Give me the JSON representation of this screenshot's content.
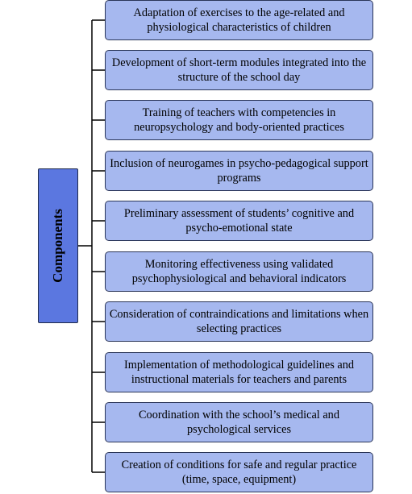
{
  "root": {
    "label": "Components"
  },
  "components": [
    {
      "label": "Adaptation of exercises to the age-related and physiological characteristics of children"
    },
    {
      "label": "Development of short-term modules integrated into the structure of the school day"
    },
    {
      "label": "Training of teachers with competencies in neuropsychology and body-oriented practices"
    },
    {
      "label": "Inclusion of neurogames in psycho-pedagogical support programs"
    },
    {
      "label": "Preliminary assessment of students’ cognitive and psycho-emotional state"
    },
    {
      "label": "Monitoring effectiveness using validated psychophysiological and behavioral indicators"
    },
    {
      "label": "Consideration of contraindications and limitations when selecting practices"
    },
    {
      "label": "Implementation of methodological guidelines and instructional materials for teachers and parents"
    },
    {
      "label": "Coordination with the school’s medical and psychological services"
    },
    {
      "label": "Creation of conditions for safe and regular practice (time, space, equipment)"
    }
  ],
  "colors": {
    "root_fill": "#5b77e0",
    "component_fill": "#a6b8ef",
    "line": "#000000"
  }
}
